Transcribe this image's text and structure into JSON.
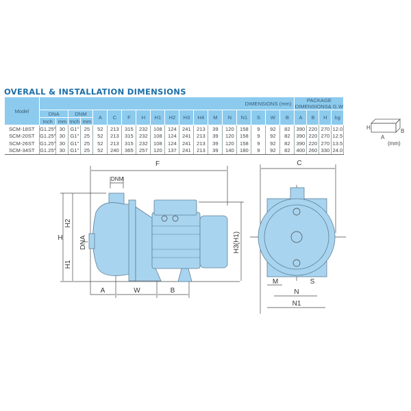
{
  "title": "OVERALL & INSTALLATION DIMENSIONS",
  "table": {
    "model_header": "Model",
    "dimensions_header": "DIMENSIONS (mm)",
    "package_header": "PACKAGE DIMENSIONS& G.W",
    "dna": "DNA",
    "dnm": "DNM",
    "inch": "Inch",
    "mm": "mm",
    "dim_cols": [
      "A",
      "C",
      "F",
      "H",
      "H1",
      "H2",
      "H3",
      "H4",
      "M",
      "N",
      "N1",
      "S",
      "W",
      "B"
    ],
    "pkg_cols": [
      "A",
      "B",
      "H",
      "kg"
    ],
    "rows": [
      {
        "model": "SCM-18ST",
        "dna_inch": "G1.25\"",
        "dna_mm": "30",
        "dnm_inch": "G1\"",
        "dnm_mm": "25",
        "A": "52",
        "C": "213",
        "F": "315",
        "H": "232",
        "H1": "108",
        "H2": "124",
        "H3": "241",
        "H4": "213",
        "M": "39",
        "N": "120",
        "N1": "158",
        "S": "9",
        "W": "92",
        "B": "82",
        "pA": "390",
        "pB": "220",
        "pH": "270",
        "kg": "12.0"
      },
      {
        "model": "SCM-20ST",
        "dna_inch": "G1.25\"",
        "dna_mm": "30",
        "dnm_inch": "G1\"",
        "dnm_mm": "25",
        "A": "52",
        "C": "213",
        "F": "315",
        "H": "232",
        "H1": "108",
        "H2": "124",
        "H3": "241",
        "H4": "213",
        "M": "39",
        "N": "120",
        "N1": "158",
        "S": "9",
        "W": "92",
        "B": "82",
        "pA": "390",
        "pB": "220",
        "pH": "270",
        "kg": "12.5"
      },
      {
        "model": "SCM-26ST",
        "dna_inch": "G1.25\"",
        "dna_mm": "30",
        "dnm_inch": "G1\"",
        "dnm_mm": "25",
        "A": "52",
        "C": "213",
        "F": "315",
        "H": "232",
        "H1": "108",
        "H2": "124",
        "H3": "241",
        "H4": "213",
        "M": "39",
        "N": "120",
        "N1": "158",
        "S": "9",
        "W": "92",
        "B": "82",
        "pA": "390",
        "pB": "220",
        "pH": "270",
        "kg": "13.5"
      },
      {
        "model": "SCM-34ST",
        "dna_inch": "G1.25\"",
        "dna_mm": "30",
        "dnm_inch": "G1\"",
        "dnm_mm": "25",
        "A": "52",
        "C": "240",
        "F": "365",
        "H": "257",
        "H1": "120",
        "H2": "137",
        "H3": "241",
        "H4": "213",
        "M": "39",
        "N": "140",
        "N1": "180",
        "S": "9",
        "W": "92",
        "B": "82",
        "pA": "400",
        "pB": "260",
        "pH": "330",
        "kg": "24.0"
      }
    ]
  },
  "package_box": {
    "h": "H",
    "a": "A",
    "b": "B",
    "unit": "(mm)"
  },
  "side_view": {
    "F": "F",
    "DNM": "DNM",
    "H": "H",
    "H2": "H2",
    "DNA": "DNA",
    "H1": "H1",
    "H3": "H3(H1)",
    "A": "A",
    "W": "W",
    "B": "B"
  },
  "front_view": {
    "C": "C",
    "M": "M",
    "S": "S",
    "N": "N",
    "N1": "N1"
  },
  "colors": {
    "pump": "#a8d4ef",
    "header": "#8ccbee",
    "title": "#1a6ea8"
  }
}
